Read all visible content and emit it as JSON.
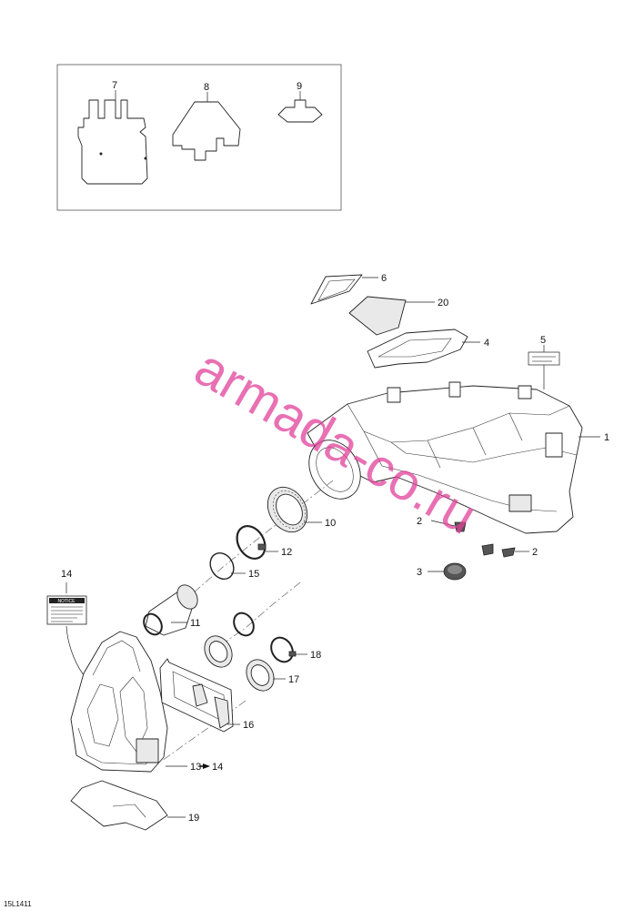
{
  "callouts": {
    "c1": "1",
    "c2a": "2",
    "c2b": "2",
    "c3": "3",
    "c4": "4",
    "c5": "5",
    "c6": "6",
    "c7": "7",
    "c8": "8",
    "c9": "9",
    "c10": "10",
    "c11": "11",
    "c12": "12",
    "c13": "13",
    "c13_target": "14",
    "c14": "14",
    "c15": "15",
    "c16": "16",
    "c17": "17",
    "c18": "18",
    "c19": "19",
    "c20": "20"
  },
  "labels": {
    "notice_header": "NOTICE"
  },
  "watermark": "armada-co.ru",
  "reference_code": "15L1411",
  "colors": {
    "line": "#222222",
    "watermark": "#e0409a",
    "shade": "#e9e9e9"
  }
}
